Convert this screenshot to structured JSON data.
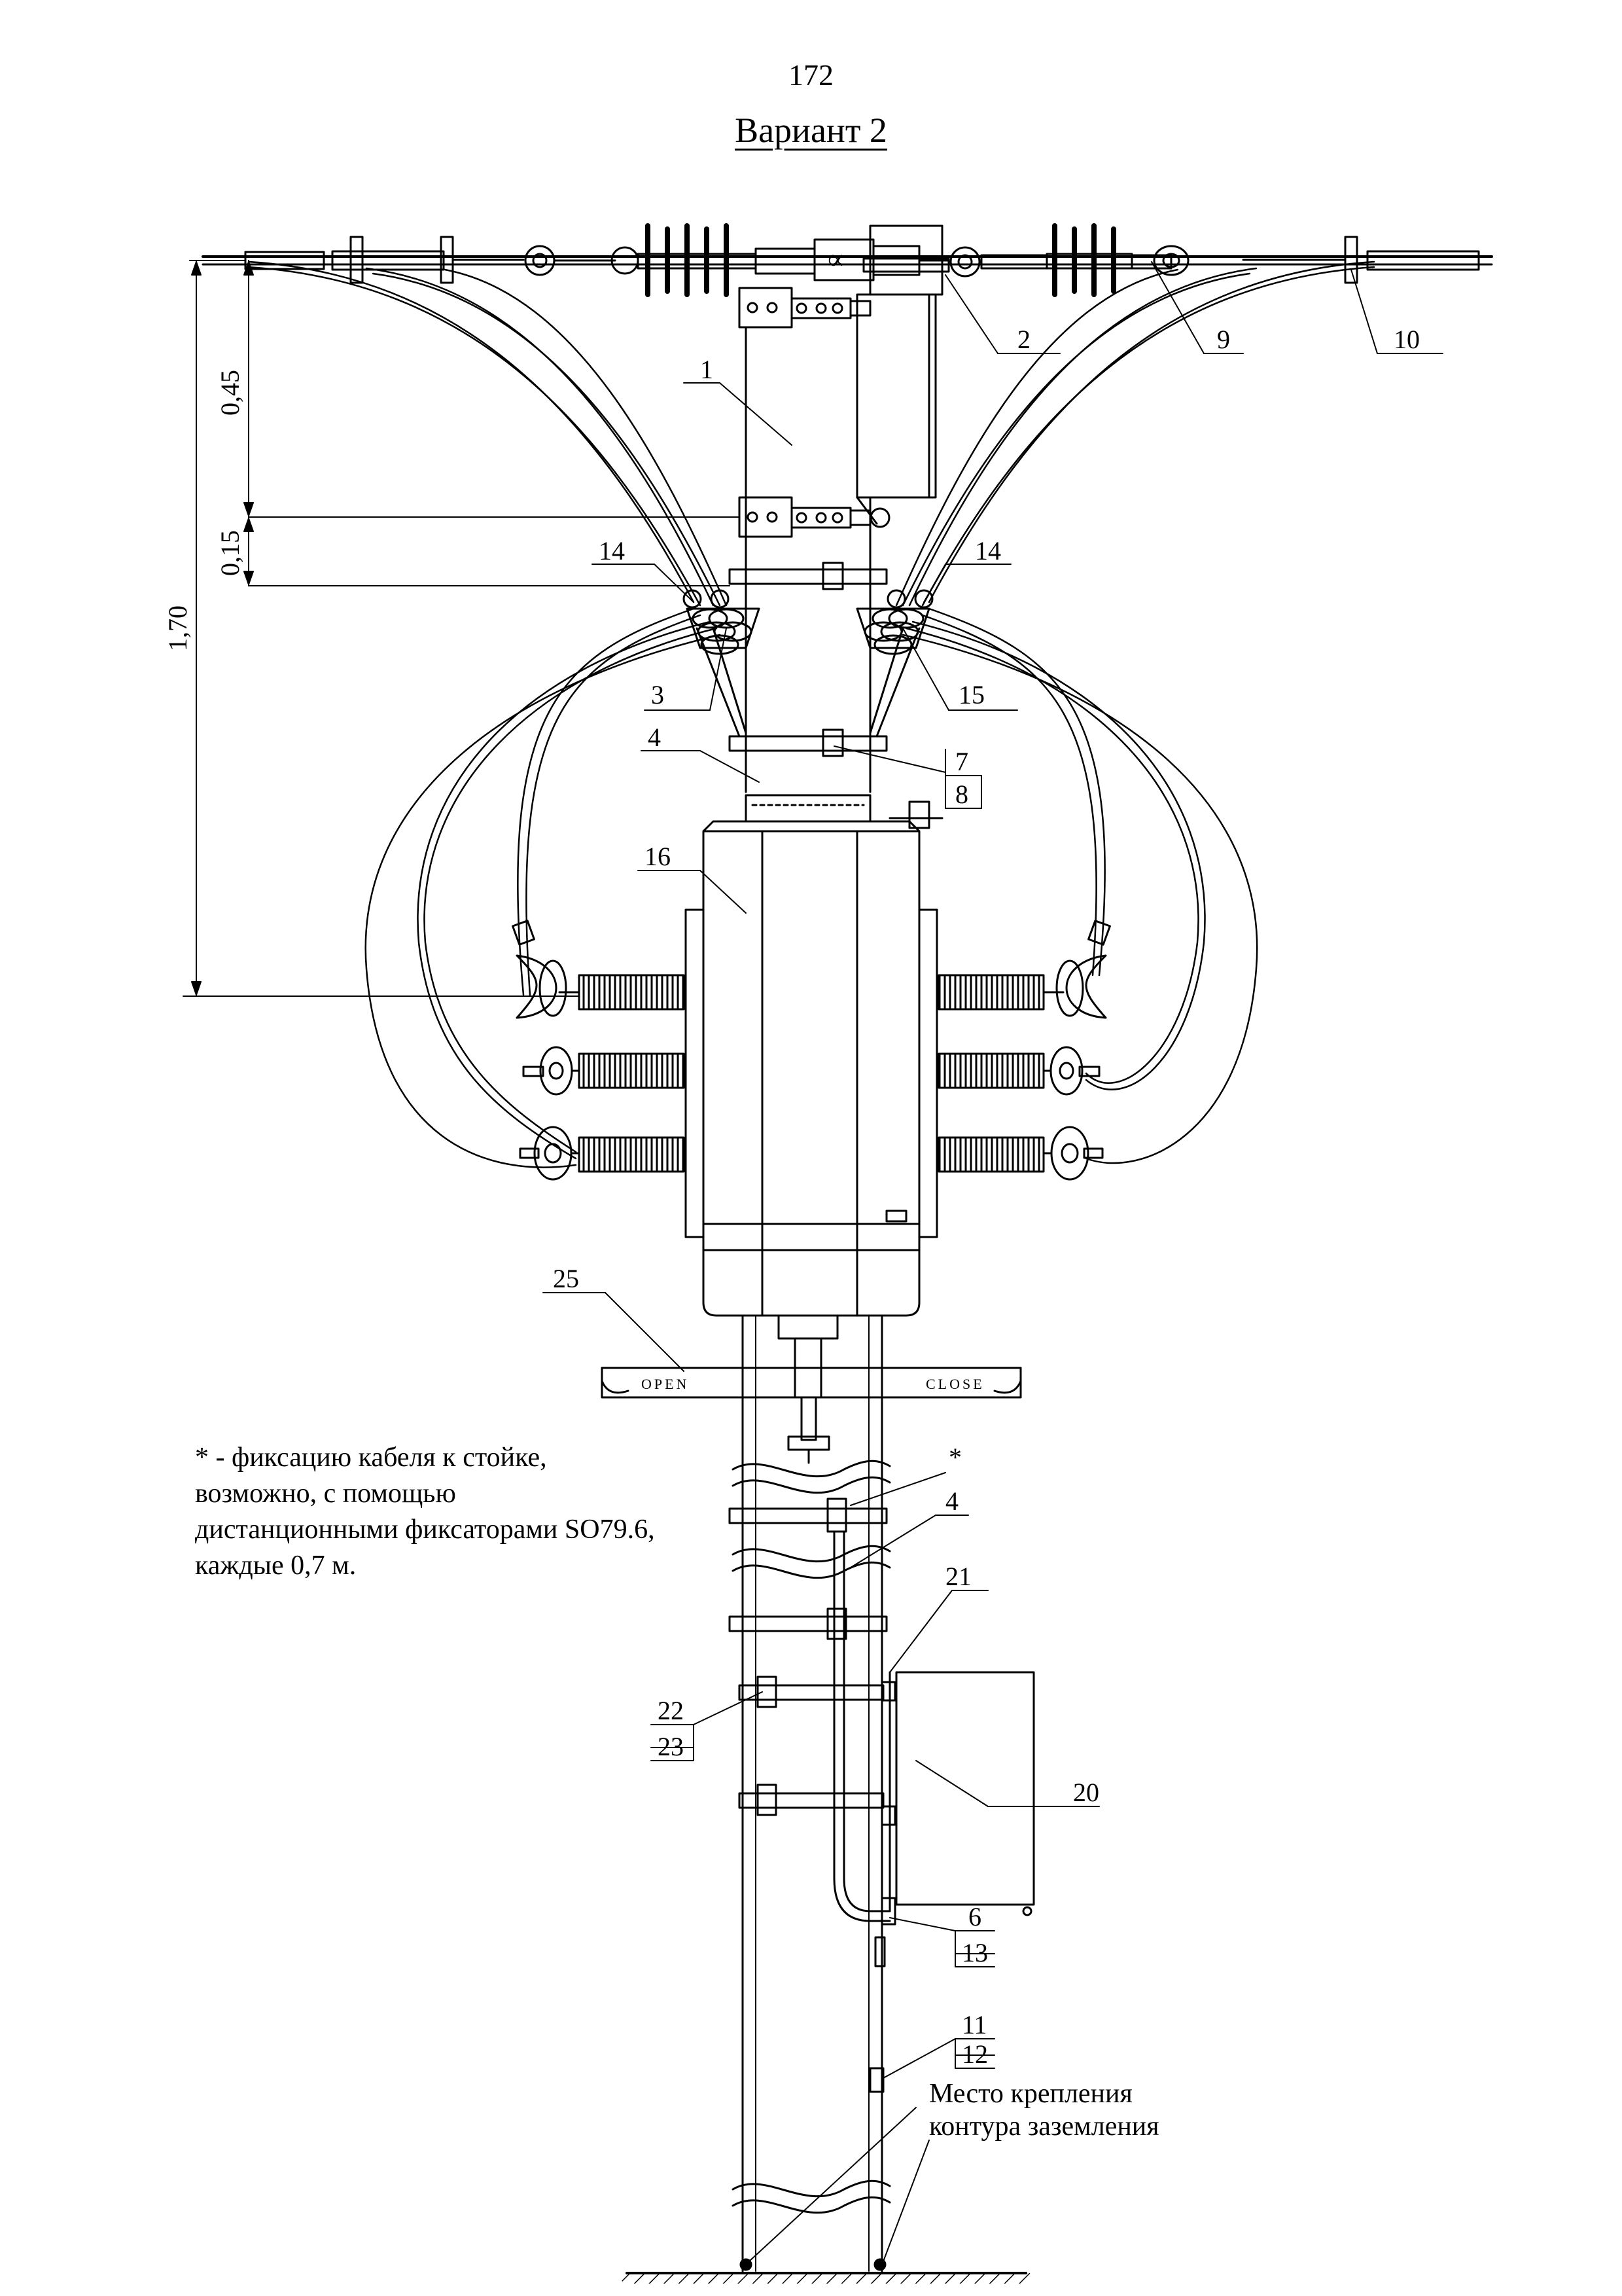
{
  "page_number": "172",
  "title": "Вариант 2",
  "dimensions": {
    "d1": "0,45",
    "d2": "0,15",
    "d3": "1,70"
  },
  "labels": {
    "l1": "1",
    "l2": "2",
    "l3": "3",
    "l4a": "4",
    "l4b": "4",
    "l6": "6",
    "l7": "7",
    "l8": "8",
    "l9": "9",
    "l10": "10",
    "l11": "11",
    "l12": "12",
    "l13": "13",
    "l14a": "14",
    "l14b": "14",
    "l15": "15",
    "l16": "16",
    "l20": "20",
    "l21": "21",
    "l22": "22",
    "l23": "23",
    "l25": "25",
    "star": "*"
  },
  "handle": {
    "open": "OPEN",
    "close": "CLOSE"
  },
  "note": "* - фиксацию кабеля к стойке,\nвозможно, с помощью\nдистанционными фиксаторами SO79.6,\nкаждые 0,7 м.",
  "ground_caption": {
    "line1": "Место крепления",
    "line2": "контура заземления"
  }
}
